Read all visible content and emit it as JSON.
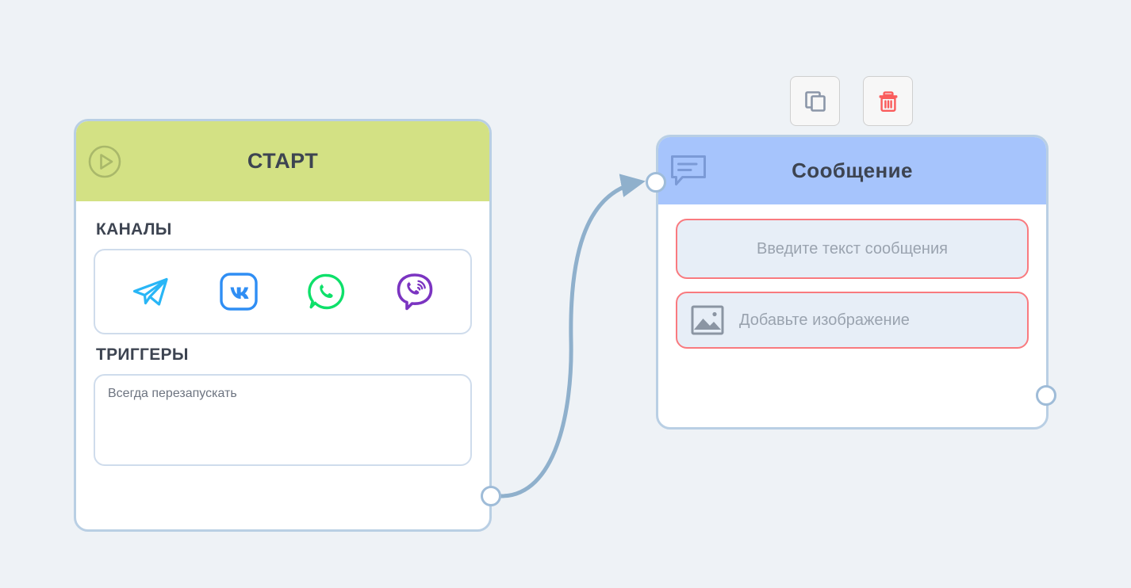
{
  "canvas": {
    "background_color": "#eef2f6"
  },
  "toolbar": {
    "copy_label": "copy-node",
    "delete_label": "delete-node",
    "icons": [
      "copy-icon",
      "trash-icon"
    ],
    "copy_icon_color": "#8b96a8",
    "delete_icon_color": "#fa5c5c"
  },
  "nodes": [
    {
      "id": "start",
      "title": "СТАРТ",
      "header_color": "#d3e184",
      "icon": "play-circle-icon",
      "sections": [
        {
          "label": "КАНАЛЫ",
          "type": "channels",
          "channels": [
            {
              "name": "telegram",
              "icon": "telegram-icon",
              "color": "#29b6f6"
            },
            {
              "name": "vkontakte",
              "icon": "vk-icon",
              "color": "#2f8ef4"
            },
            {
              "name": "whatsapp",
              "icon": "whatsapp-icon",
              "color": "#0ee06a"
            },
            {
              "name": "viber",
              "icon": "viber-icon",
              "color": "#7b34c1"
            }
          ]
        },
        {
          "label": "ТРИГГЕРЫ",
          "type": "trigger",
          "value": "Всегда перезапускать"
        }
      ]
    },
    {
      "id": "message",
      "title": "Сообщение",
      "header_color": "#a6c4fc",
      "icon": "speech-bubble-icon",
      "fields": [
        {
          "name": "message-text",
          "placeholder": "Введите текст сообщения",
          "value": "",
          "border_color": "#f97a7f",
          "fill_color": "#e7eef7",
          "icon": null
        },
        {
          "name": "message-image",
          "placeholder": "Добавьте изображение",
          "value": "",
          "border_color": "#f97a7f",
          "fill_color": "#e7eef7",
          "icon": "image-icon"
        }
      ]
    }
  ],
  "edges": [
    {
      "name": "start-to-message",
      "from": "start-output-port",
      "to": "message-input-port",
      "color": "#8fb0cc",
      "arrow": true
    }
  ],
  "ports": [
    {
      "name": "start-output-port",
      "node": "start",
      "side": "right"
    },
    {
      "name": "message-input-port",
      "node": "message",
      "side": "left"
    },
    {
      "name": "message-output-port",
      "node": "message",
      "side": "right"
    }
  ]
}
